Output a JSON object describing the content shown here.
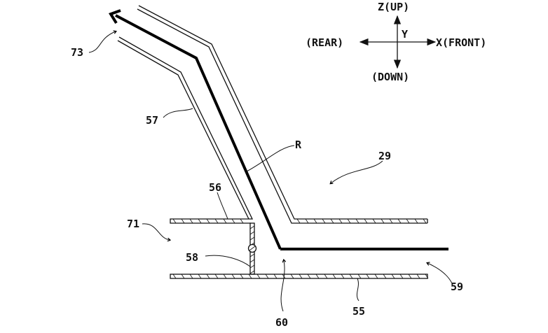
{
  "figure": {
    "labels": {
      "l73": "73",
      "l57": "57",
      "lR": "R",
      "l29": "29",
      "l56": "56",
      "l71": "71",
      "l58": "58",
      "l60": "60",
      "l55": "55",
      "l59": "59"
    },
    "axes": {
      "z": "Z(UP)",
      "y": "Y",
      "rear": "(REAR)",
      "x": "X(FRONT)",
      "down": "(DOWN)"
    }
  }
}
